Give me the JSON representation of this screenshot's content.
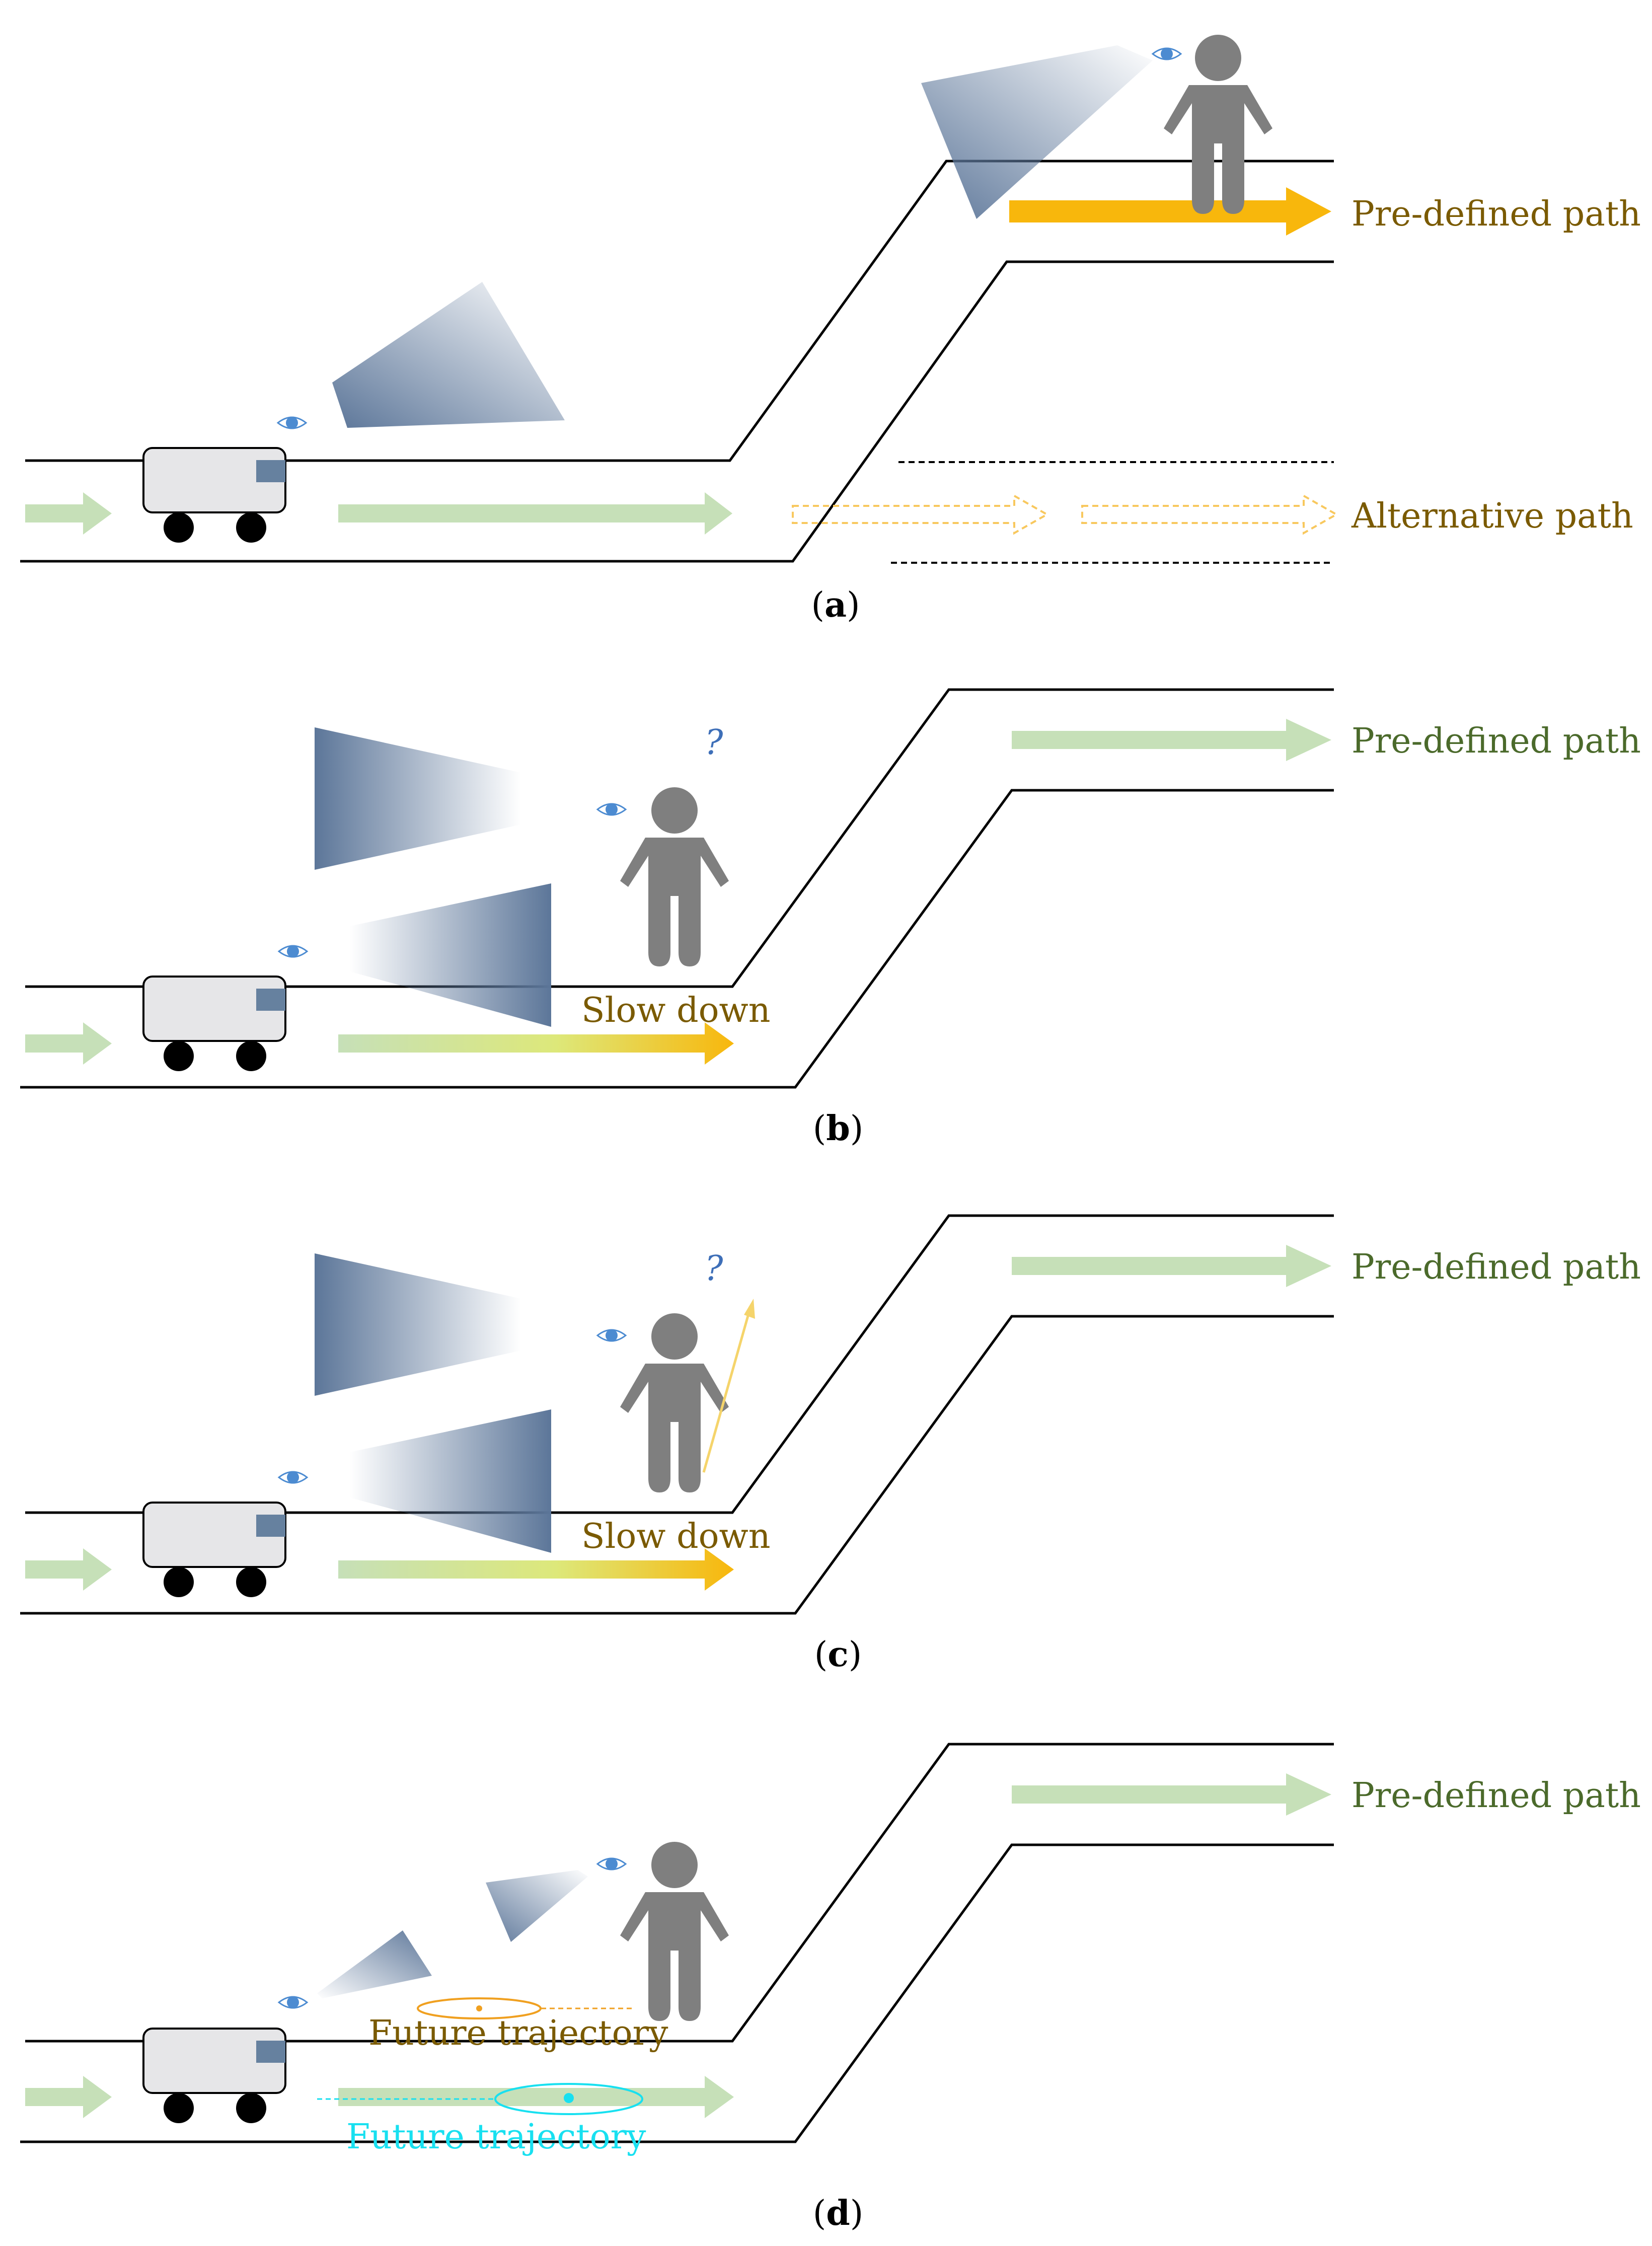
{
  "colors": {
    "green_arrow": "#c6e0b8",
    "orange_arrow": "#f8b70c",
    "dashed_arrow": "#f8c85e",
    "robot_body": "#e6e6e8",
    "robot_sensor": "#66819f",
    "person": "#7f7f7f",
    "cone": "#5c7699",
    "eye": "#4c8bd1",
    "label_olive": "#7a5a00",
    "label_green": "#4b6a2b",
    "label_cyan": "#18e0f0",
    "question": "#3e6fb8",
    "intent_arrow": "#f5d46b"
  },
  "panels": [
    {
      "caption_letter": "a",
      "labels": {
        "predefined": "Pre-defined path",
        "alternative": "Alternative path"
      }
    },
    {
      "caption_letter": "b",
      "labels": {
        "predefined": "Pre-defined path",
        "slow": "Slow down",
        "question": "?"
      }
    },
    {
      "caption_letter": "c",
      "labels": {
        "predefined": "Pre-defined path",
        "slow": "Slow down",
        "question": "?"
      }
    },
    {
      "caption_letter": "d",
      "labels": {
        "predefined": "Pre-defined path",
        "future_person": "Future trajectory",
        "future_robot": "Future trajectory"
      }
    }
  ],
  "caption_parens": {
    "open": "(",
    "close": ")"
  }
}
